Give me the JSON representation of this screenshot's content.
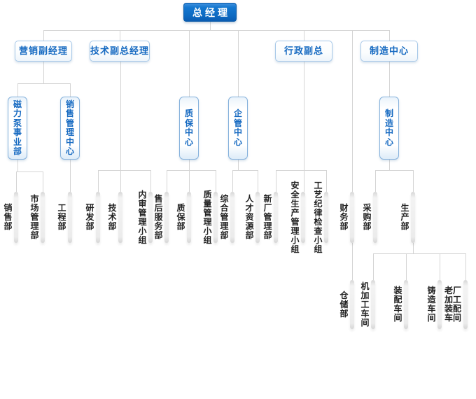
{
  "colors": {
    "root_box_blue": "#0d6ac2",
    "box_border_blue": "#85b1dc",
    "text_blue": "#1569c1",
    "connector_gray": "#d4d4d4",
    "leaf_text": "#222222"
  },
  "org": {
    "root": "总经理",
    "level2": [
      "营销副经理",
      "技术副总经理",
      "行政副总",
      "制造中心"
    ],
    "level3": [
      "磁力泵事业部",
      "销售管理中心",
      "质保中心",
      "企管中心",
      "制造中心"
    ],
    "level4": [
      "销售部",
      "市场管理部",
      "工程部",
      "研发部",
      "技术部",
      "内审管理小组",
      "售后服务部",
      "质保部",
      "质量管理小组",
      "综合管理部",
      "人才资源部",
      "新厂管理部",
      "安全生产管理小组",
      "工艺纪律检查小组",
      "财务部",
      "采购部",
      "生产部"
    ],
    "level5": [
      "仓储部",
      "机加工车间",
      "装配车间",
      "铸造车间",
      "老厂加工装配车间"
    ]
  }
}
